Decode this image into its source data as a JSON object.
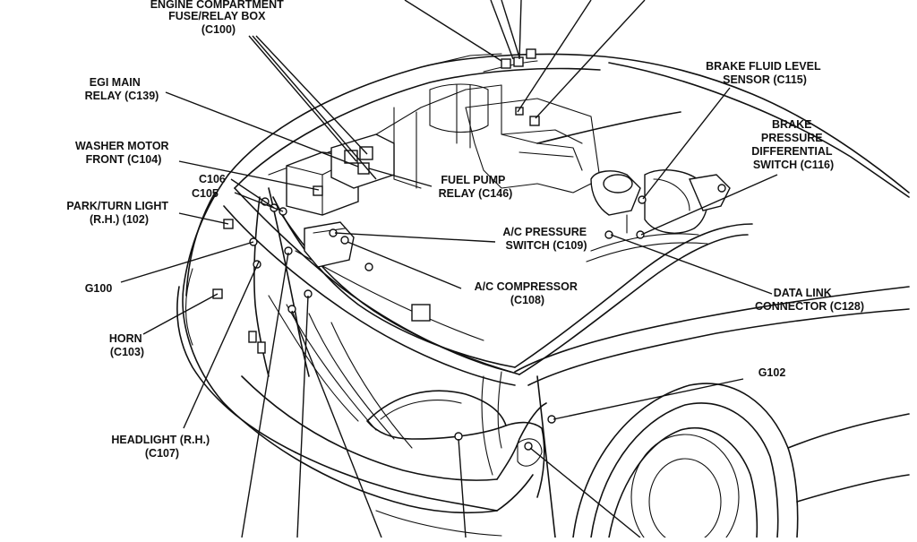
{
  "labels": {
    "engine_fuse_box": [
      "ENGINE COMPARTMENT",
      "FUSE/RELAY BOX",
      "(C100)"
    ],
    "egi_main_relay": [
      "EGI MAIN",
      "RELAY (C139)"
    ],
    "washer_motor": [
      "WASHER MOTOR",
      "FRONT (C104)"
    ],
    "c106": [
      "C106"
    ],
    "c105": [
      "C105"
    ],
    "park_turn_light": [
      "PARK/TURN LIGHT",
      "(R.H.) (102)"
    ],
    "g100": [
      "G100"
    ],
    "horn": [
      "HORN",
      "(C103)"
    ],
    "headlight": [
      "HEADLIGHT (R.H.)",
      "(C107)"
    ],
    "fuel_pump_relay": [
      "FUEL PUMP",
      "RELAY (C146)"
    ],
    "ac_pressure_switch": [
      "A/C PRESSURE",
      "SWITCH (C109)"
    ],
    "ac_compressor": [
      "A/C COMPRESSOR",
      "(C108)"
    ],
    "brake_fluid_sensor": [
      "BRAKE FLUID LEVEL",
      "SENSOR (C115)"
    ],
    "brake_pressure_switch": [
      "BRAKE",
      "PRESSURE",
      "DIFFERENTIAL",
      "SWITCH (C116)"
    ],
    "data_link_connector": [
      "DATA LINK",
      "CONNECTOR (C128)"
    ],
    "g102": [
      "G102"
    ]
  }
}
